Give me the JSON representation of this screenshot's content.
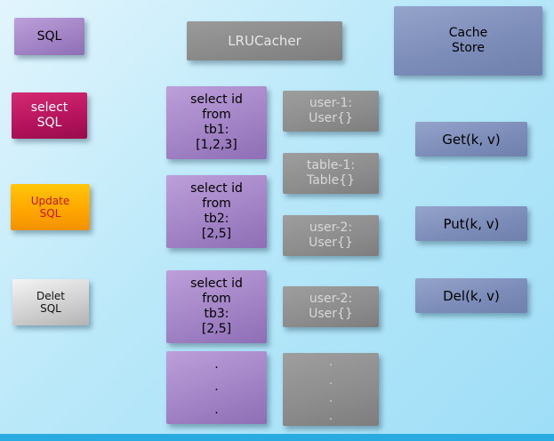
{
  "palette": {
    "background_top": "#e2f5fd",
    "background_bottom": "#9edef7",
    "footer_bar": "#29abe2",
    "purple_box": "#a384c6",
    "magenta_box": "#b5135c",
    "orange_box": "#ffa700",
    "silver_box": "#d2d2d2",
    "gray_box": "#8c8c8c",
    "slate_box": "#7d8db9",
    "update_sql_text": "#c41414"
  },
  "left_column": {
    "sql": "SQL",
    "select_sql": "select\nSQL",
    "update_sql": "Update\nSQL",
    "delete_sql": "Delet\nSQL"
  },
  "lru": {
    "title": "LRUCacher"
  },
  "queries": [
    "select id\nfrom\ntb1:\n[1,2,3]",
    "select id\nfrom\ntb2:\n[2,5]",
    "select id\nfrom\ntb3:\n[2,5]",
    ".\n.\n."
  ],
  "cache_entries": [
    "user-1:\nUser{}",
    "table-1:\nTable{}",
    "user-2:\nUser{}",
    "user-2:\nUser{}",
    ".\n.\n.\n."
  ],
  "cache_store": {
    "title": "Cache\nStore"
  },
  "operations": [
    "Get(k, v)",
    "Put(k, v)",
    "Del(k, v)"
  ]
}
